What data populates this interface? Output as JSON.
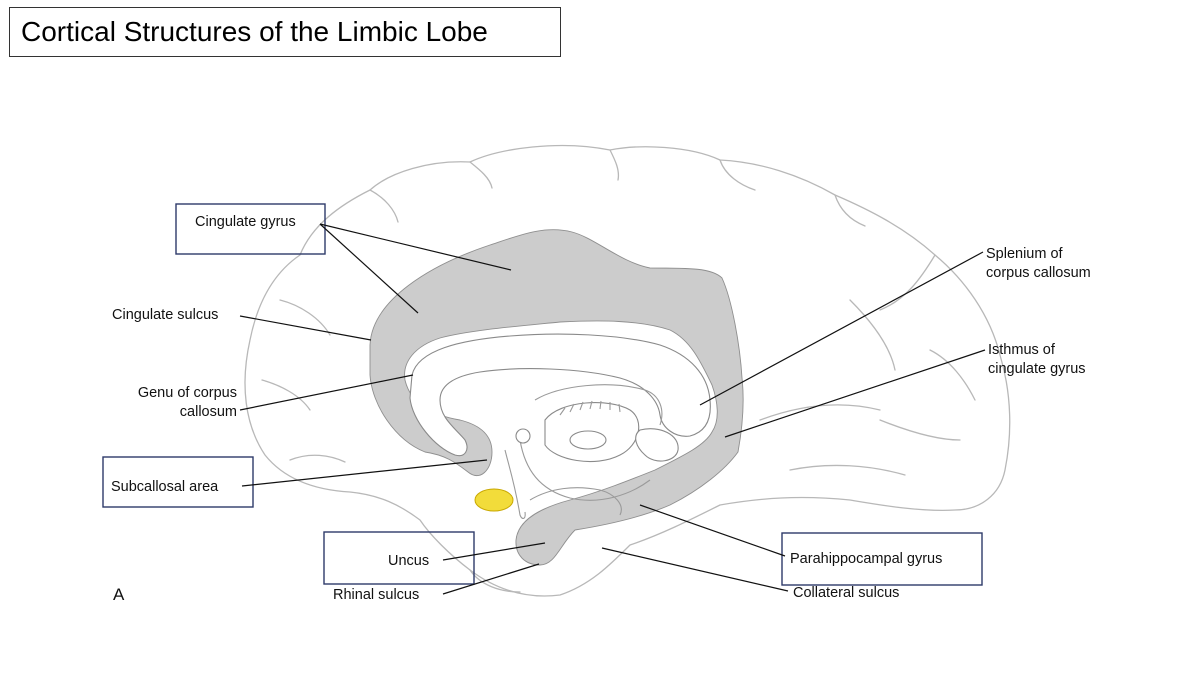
{
  "title": "Cortical Structures of the Limbic Lobe",
  "panel_letter": "A",
  "labels": {
    "cingulate_gyrus": "Cingulate gyrus",
    "cingulate_sulcus": "Cingulate sulcus",
    "genu_line1": "Genu of corpus",
    "genu_line2": "callosum",
    "subcallosal_area": "Subcallosal area",
    "uncus": "Uncus",
    "rhinal_sulcus": "Rhinal sulcus",
    "splenium_line1": "Splenium of",
    "splenium_line2": "corpus callosum",
    "isthmus_line1": "Isthmus of",
    "isthmus_line2": "cingulate gyrus",
    "parahippocampal_gyrus": "Parahippocampal gyrus",
    "collateral_sulcus": "Collateral sulcus"
  },
  "colors": {
    "limbic_region": "#cccccc",
    "uncus_highlight": "#f2dc3a",
    "label_frame": "#2e3a6a"
  }
}
